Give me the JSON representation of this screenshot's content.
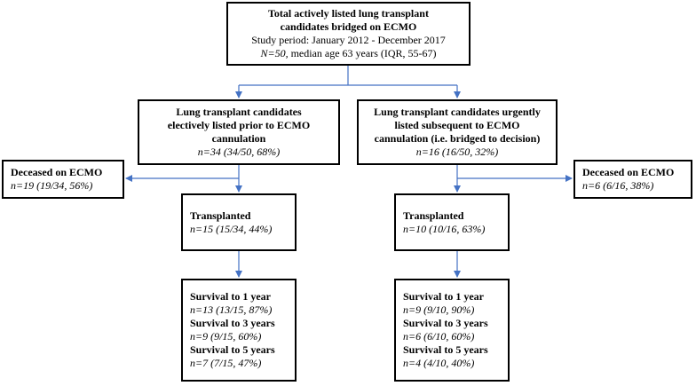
{
  "top": {
    "title_line1": "Total actively listed lung transplant",
    "title_line2": "candidates bridged on ECMO",
    "study_period": "Study period: January 2012 - December 2017",
    "n_italic": "N=50,",
    "n_rest": " median age 63 years (IQR, 55-67)"
  },
  "elective": {
    "title_line1": "Lung transplant candidates",
    "title_line2": "electively listed prior to ECMO",
    "title_line3": "cannulation",
    "n": "n=34 (34/50, 68%)"
  },
  "urgent": {
    "title_line1": "Lung transplant candidates urgently",
    "title_line2": "listed subsequent to ECMO",
    "title_line3": "cannulation (i.e. bridged to decision)",
    "n": "n=16 (16/50, 32%)"
  },
  "deceased_left": {
    "title": "Deceased on ECMO",
    "n": "n=19 (19/34, 56%)"
  },
  "deceased_right": {
    "title": "Deceased on ECMO",
    "n": "n=6 (6/16, 38%)"
  },
  "transplanted_left": {
    "title": "Transplanted",
    "n": "n=15 (15/34, 44%)"
  },
  "transplanted_right": {
    "title": "Transplanted",
    "n": "n=10 (10/16, 63%)"
  },
  "survival_left": {
    "y1_label": "Survival to 1 year",
    "y1_n": "n=13 (13/15, 87%)",
    "y3_label": "Survival to 3 years",
    "y3_n": "n=9 (9/15, 60%)",
    "y5_label": "Survival to 5 years",
    "y5_n": "n=7 (7/15, 47%)"
  },
  "survival_right": {
    "y1_label": "Survival to 1 year",
    "y1_n": "n=9 (9/10, 90%)",
    "y3_label": "Survival to 3 years",
    "y3_n": "n=6 (6/10, 60%)",
    "y5_label": "Survival to 5 years",
    "y5_n": "n=4 (4/10, 40%)"
  },
  "colors": {
    "arrow": "#4472C4",
    "border": "#000000"
  }
}
